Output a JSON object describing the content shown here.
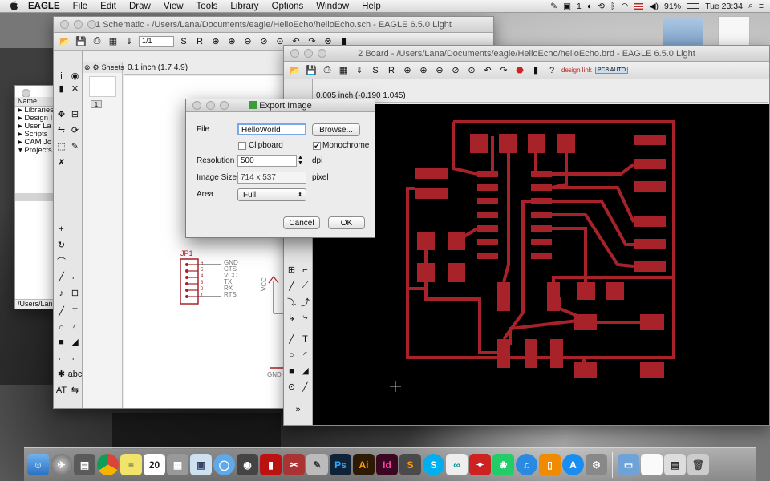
{
  "menubar": {
    "app": "EAGLE",
    "items": [
      "File",
      "Edit",
      "Draw",
      "View",
      "Tools",
      "Library",
      "Options",
      "Window",
      "Help"
    ],
    "status": {
      "notify_count": "1",
      "battery": "91%",
      "clock": "Tue 23:34"
    }
  },
  "schematic_window": {
    "title": "1 Schematic - /Users/Lana/Documents/eagle/HelloEcho/helloEcho.sch - EAGLE 6.5.0 Light",
    "sheets_label": "Sheets",
    "coord": "0.1 inch (1.7 4.9)",
    "sheet_number": "1",
    "grid_select": "1/1",
    "part_name": "JP1",
    "pins": [
      "GND",
      "CTS",
      "VCC",
      "TX",
      "RX",
      "RTS"
    ],
    "pin_numbers": [
      "6",
      "5",
      "4",
      "3",
      "2",
      "1"
    ],
    "vcc_label": "VCC",
    "gnd_label": "GND"
  },
  "board_window": {
    "title": "2 Board - /Users/Lana/Documents/eagle/HelloEcho/helloEcho.brd - EAGLE 6.5.0 Light",
    "coord": "0.005 inch (-0.190 1.045)",
    "design_link": "design link",
    "pcb_auto": "PCB AUTO"
  },
  "control_panel": {
    "header": "Name",
    "items": [
      "Libraries",
      "Design I",
      "User La",
      "Scripts",
      "CAM Jo",
      "Projects"
    ],
    "path": "/Users/Lana"
  },
  "dialog": {
    "title": "Export Image",
    "file_label": "File",
    "file_value": "HelloWorld",
    "browse_label": "Browse...",
    "clipboard_label": "Clipboard",
    "clipboard_checked": false,
    "monochrome_label": "Monochrome",
    "monochrome_checked": true,
    "resolution_label": "Resolution",
    "resolution_value": "500",
    "resolution_unit": "dpi",
    "image_size_label": "Image Size",
    "image_size_value": "714 x 537",
    "image_size_unit": "pixel",
    "area_label": "Area",
    "area_value": "Full",
    "cancel_label": "Cancel",
    "ok_label": "OK"
  },
  "dock": {
    "icons": [
      "finder-icon",
      "launchpad-icon",
      "system-icon",
      "chrome-icon",
      "stickies-icon",
      "calendar-icon",
      "calculator-icon",
      "preview-icon",
      "messages-icon",
      "photo-icon",
      "eagle-icon",
      "tools-icon",
      "ps-icon",
      "ai-icon",
      "id-icon",
      "sublime-icon",
      "skype-icon",
      "arduino-icon",
      "fritzing-icon",
      "photos-icon",
      "itunes-icon",
      "ibooks-icon",
      "appstore-icon",
      "prefs-icon",
      "folder-icon",
      "document-icon",
      "preview-doc-icon",
      "trash-icon"
    ],
    "ps": "Ps",
    "ai": "Ai",
    "id": "Id",
    "calendar_day": "20"
  },
  "colors": {
    "pcb_trace": "#a8222a",
    "board_bg": "#000000"
  }
}
